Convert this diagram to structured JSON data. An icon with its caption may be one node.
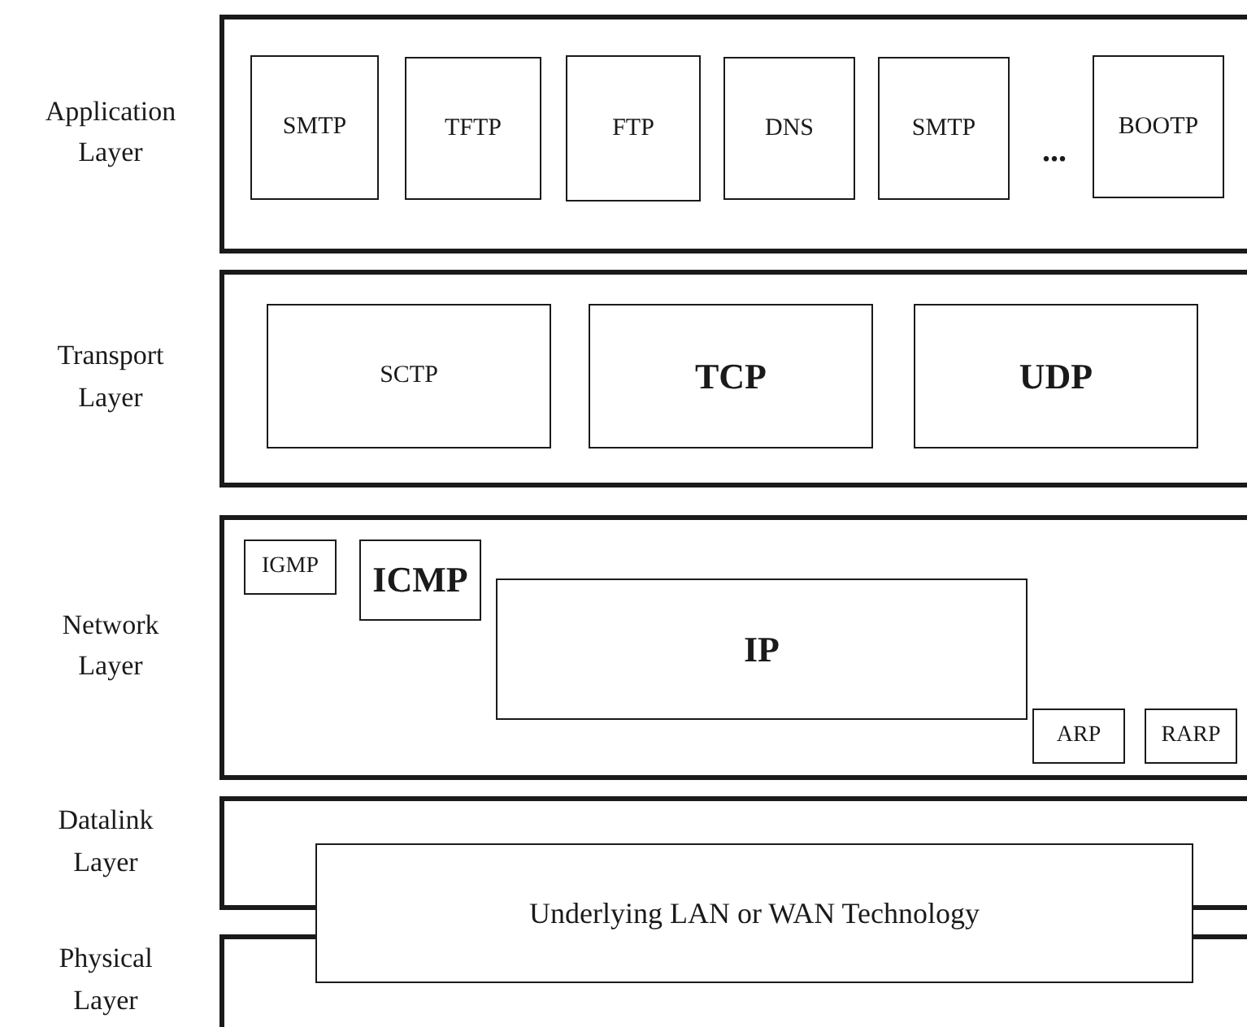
{
  "diagram": {
    "nodes": [
      {
        "text": [
          "Application Layer"
        ]
      },
      {
        "text": [
          "SMTP"
        ],
        "in": 0
      },
      {
        "text": [
          "TFTP"
        ],
        "in": 0
      },
      {
        "text": [
          "FTP"
        ],
        "in": 0
      },
      {
        "text": [
          "DNS"
        ],
        "in": 0
      },
      {
        "text": [
          "SMTP"
        ],
        "in": 0
      },
      {
        "text": [
          "BOOTP"
        ],
        "in": 0
      },
      {
        "text": [
          "Transport Layer"
        ]
      },
      {
        "text": [
          "SCTP"
        ],
        "in": 7
      },
      {
        "text": [
          "TCP"
        ],
        "in": 7
      },
      {
        "text": [
          "UDP"
        ],
        "in": 7
      },
      {
        "text": [
          "Network Layer"
        ]
      },
      {
        "text": [
          "IGMP"
        ],
        "in": 11
      },
      {
        "text": [
          "ICMP"
        ],
        "in": 11
      },
      {
        "text": [
          "IP"
        ],
        "in": 11
      },
      {
        "text": [
          "ARP"
        ],
        "in": 11
      },
      {
        "text": [
          "RARP"
        ],
        "in": 11
      },
      {
        "text": [
          "Datalink Layer"
        ]
      },
      {
        "text": [
          "Physical Layer"
        ]
      },
      {
        "text": [
          "Underlying LAN or WAN Technology"
        ]
      }
    ],
    "labels": [
      "..."
    ]
  }
}
